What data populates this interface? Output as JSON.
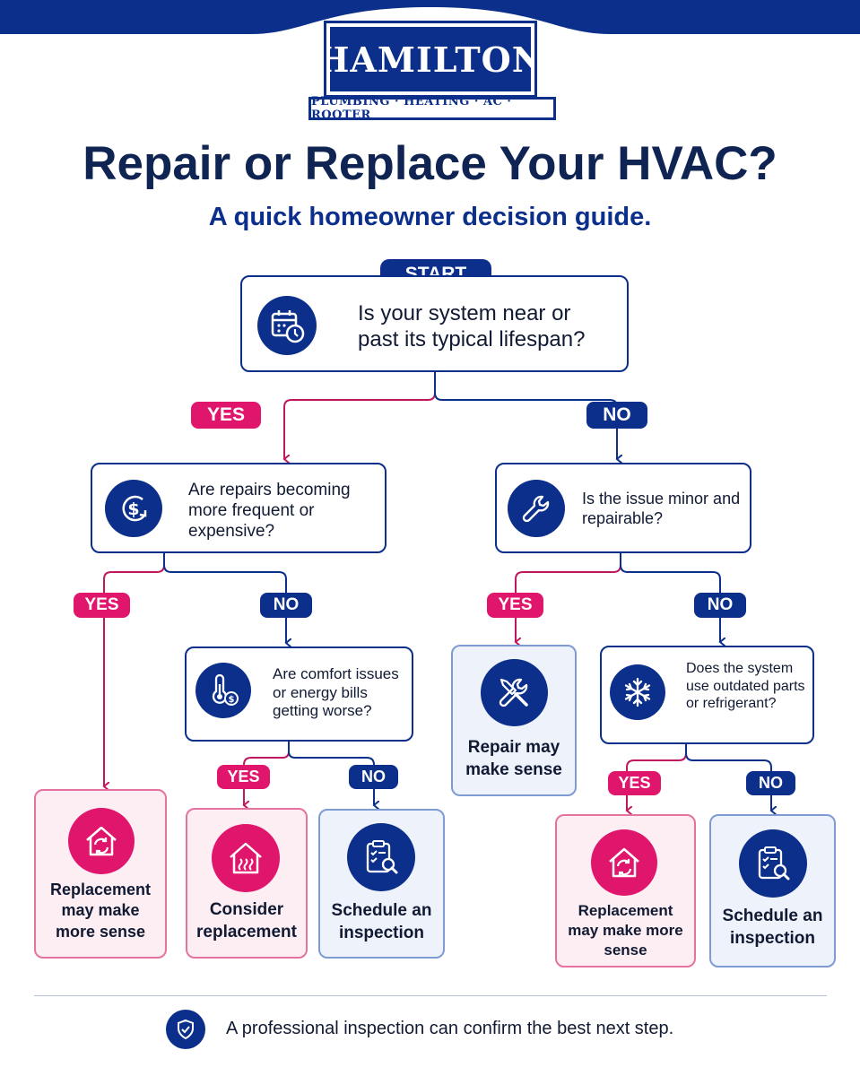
{
  "brand": {
    "name": "HAMILTON",
    "tagline": "PLUMBING · HEATING · AC · ROOTER"
  },
  "title": "Repair or Replace Your HVAC?",
  "subtitle": "A quick homeowner decision guide.",
  "start_label": "START",
  "questions": {
    "q1": {
      "text": "Is your system near or past its typical lifespan?",
      "icon": "calendar-clock-icon"
    },
    "q2": {
      "text": "Are repairs becoming more frequent or expensive?",
      "icon": "dollar-cycle-icon"
    },
    "q3": {
      "text": "Is the issue minor and repairable?",
      "icon": "wrench-icon"
    },
    "q4": {
      "text": "Are comfort issues or energy bills getting worse?",
      "icon": "thermometer-dollar-icon"
    },
    "q5": {
      "text": "Does the system use outdated parts or refrigerant?",
      "icon": "snowflake-icon"
    }
  },
  "branch_labels": {
    "yes": "YES",
    "no": "NO"
  },
  "outcomes": {
    "o1": {
      "text": "Replacement may make more sense",
      "icon": "house-replace-icon"
    },
    "o2": {
      "text": "Consider replacement",
      "icon": "house-heat-icon"
    },
    "o3": {
      "text": "Schedule an inspection",
      "icon": "clipboard-search-icon"
    },
    "o4": {
      "text": "Repair may make sense",
      "icon": "wrench-screwdriver-icon"
    },
    "o5": {
      "text": "Replacement may make more sense",
      "icon": "house-replace-icon"
    },
    "o6": {
      "text": "Schedule an inspection",
      "icon": "clipboard-search-icon"
    }
  },
  "footer": {
    "text": "A professional inspection can confirm the best next step.",
    "icon": "shield-check-icon"
  },
  "colors": {
    "navy": "#0b2f8a",
    "pink": "#e0156c",
    "pink_fill": "#fdeef4",
    "blue_fill": "#eef2fb"
  }
}
